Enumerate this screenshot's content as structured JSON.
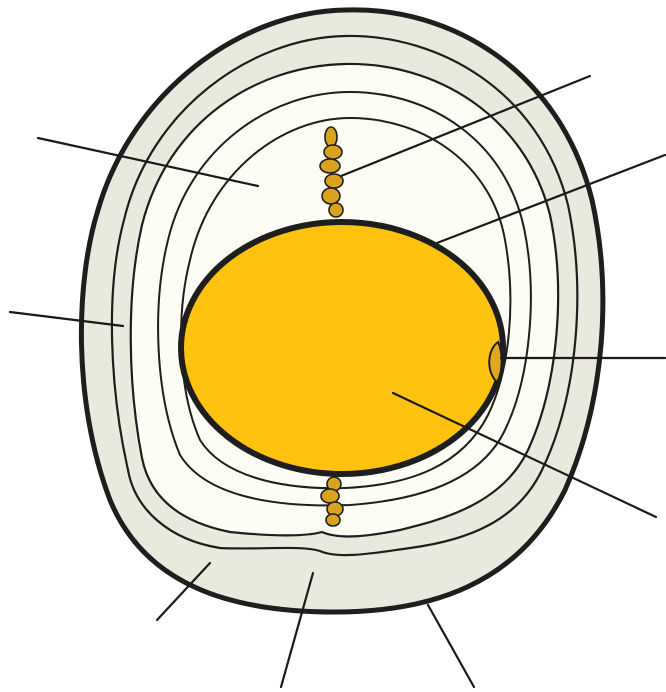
{
  "diagram": {
    "subject": "egg-cross-section",
    "parts": [
      "shell",
      "outer-shell-membrane",
      "inner-shell-membrane",
      "thin-albumen",
      "thick-albumen",
      "yolk",
      "vitelline-membrane",
      "germinal-disc",
      "chalazae",
      "air-cell"
    ],
    "labels": [],
    "colors": {
      "shell": "#e9eadd",
      "albumen": "#fdfdf5",
      "yolk": "#ffc20e",
      "chalazae": "#d9a31e",
      "germinal_disc": "#e0a81c",
      "outline": "#1e1e1e",
      "background": "#ffffff"
    }
  }
}
